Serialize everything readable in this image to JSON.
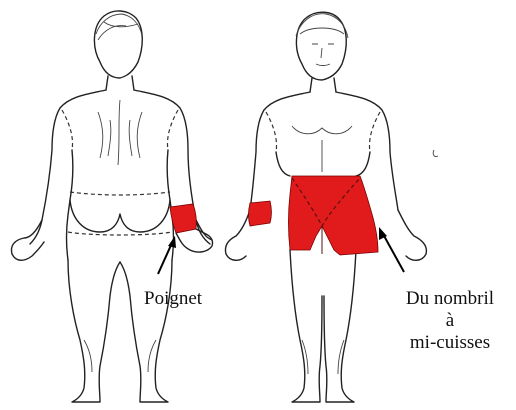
{
  "labels": {
    "wrist": "Poignet",
    "area_line1": "Du nombril",
    "area_line2": "à",
    "area_line3": "mi-cuisses"
  },
  "colors": {
    "highlight": "#e11b1b",
    "outline": "#222222"
  }
}
